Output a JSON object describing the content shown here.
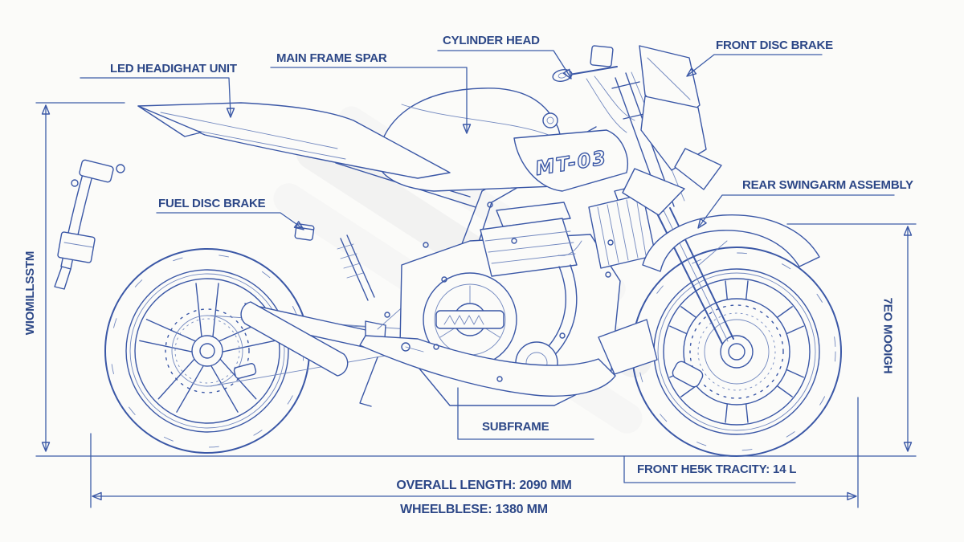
{
  "diagram": {
    "title_hint": "motorcycle blueprint side view",
    "colors": {
      "background": "#fbfbf9",
      "line": "#3a57a6",
      "text": "#2c4787"
    },
    "labels": {
      "led_headlight": "LED HEADIGHAT UNIT",
      "main_frame": "MAIN FRAME SPAR",
      "cylinder_head": "CYLINDER HEAD",
      "front_disc": "FRONT DISC BRAKE",
      "fuel_disc": "FUEL DISC BRAKE",
      "rear_swingarm": "REAR SWINGARM ASSEMBLY",
      "subframe": "SUBFRAME",
      "tank_capacity": "FRONT HE5K TRACITY: 14 L",
      "overall_length": "OVERALL LENGTH: 2090 MM",
      "wheelbase": "WHEELBLESE: 1380 MM",
      "left_vertical": "WIOMILLSSTM",
      "right_vertical": "7EO MOOIGH",
      "tank_logo": "MT-03"
    },
    "dimensions": {
      "overall_length_mm": "2090",
      "wheelbase_mm": "1380",
      "tank_capacity_l": "14"
    }
  }
}
